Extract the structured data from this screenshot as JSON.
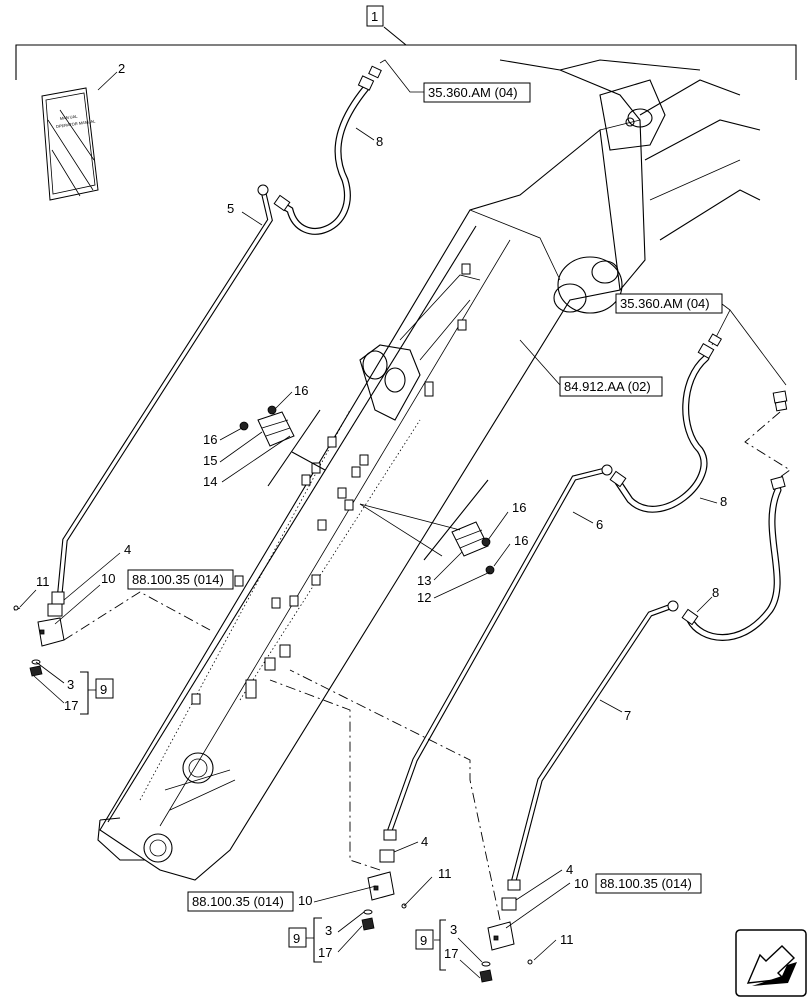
{
  "callouts": {
    "c1": "1",
    "c2": "2",
    "c3a": "3",
    "c3b": "3",
    "c3c": "3",
    "c4a": "4",
    "c4b": "4",
    "c4c": "4",
    "c5": "5",
    "c6": "6",
    "c7": "7",
    "c8a": "8",
    "c8b": "8",
    "c8c": "8",
    "c9a": "9",
    "c9b": "9",
    "c9c": "9",
    "c10a": "10",
    "c10b": "10",
    "c10c": "10",
    "c11a": "11",
    "c11b": "11",
    "c11c": "11",
    "c12": "12",
    "c13": "13",
    "c14": "14",
    "c15": "15",
    "c16a": "16",
    "c16b": "16",
    "c16c": "16",
    "c16d": "16",
    "c17a": "17",
    "c17b": "17",
    "c17c": "17"
  },
  "references": {
    "r1": "35.360.AM (04)",
    "r2": "35.360.AM (04)",
    "r3": "84.912.AA (02)",
    "r4": "88.100.35 (014)",
    "r5": "88.100.35 (014)",
    "r6": "88.100.35 (014)"
  },
  "manual_cover": {
    "line1": "MAN UAL",
    "line2": "OPERATOR MANUAL"
  },
  "nav_icon": "next-page-arrow-icon"
}
